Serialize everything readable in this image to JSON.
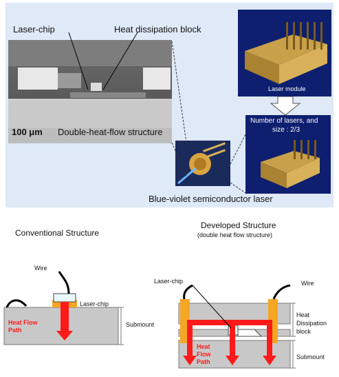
{
  "top": {
    "laser_chip_label": "Laser-chip",
    "heat_block_label": "Heat dissipation block",
    "scale_label": "100 μm",
    "sem_caption": "Double-heat-flow structure",
    "module_label": "Laser module",
    "reduction_label_line1": "Number of lasers, and",
    "reduction_label_line2": "size : 2/3",
    "laser_caption": "Blue-violet semiconductor laser"
  },
  "conventional": {
    "title": "Conventional Structure",
    "wire_label": "Wire",
    "chip_label": "Laser-chip",
    "heat_path_line1": "Heat Flow",
    "heat_path_line2": "Path",
    "submount_label": "Submount"
  },
  "developed": {
    "title": "Developed Structure",
    "subtitle": "(double heat flow structure)",
    "chip_label": "Laser-chip",
    "wire_label": "Wire",
    "block_line1": "Heat",
    "block_line2": "Dissipation",
    "block_line3": "block",
    "heat_path_line1": "Heat",
    "heat_path_line2": "Flow",
    "heat_path_line3": "Path",
    "submount_label": "Submount"
  },
  "colors": {
    "panel_bg": "#dfe9f7",
    "heat_flow": "#ff1a1a",
    "solder": "#f5a623",
    "substrate": "#c8c8c8",
    "module_bg": "#0d1f6e"
  }
}
